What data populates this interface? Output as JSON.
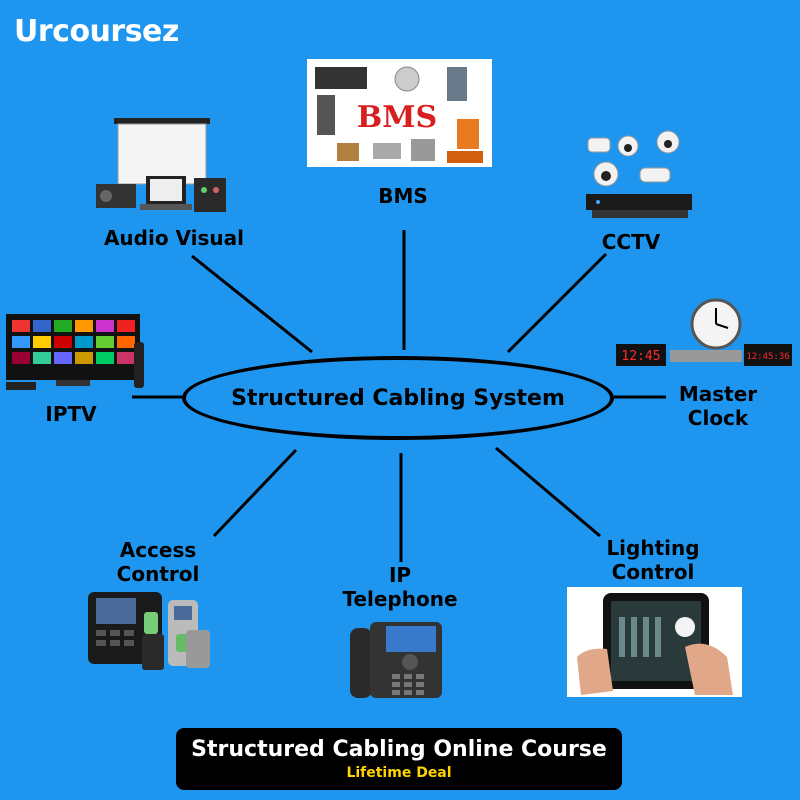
{
  "brand": {
    "name": "Urcoursez"
  },
  "center": {
    "label": "Structured Cabling System"
  },
  "nodes": {
    "audio_visual": {
      "label": "Audio Visual",
      "icon": "projector-screen-icon"
    },
    "bms": {
      "label": "BMS",
      "image_text": "BMS",
      "icon": "building-controls-icon"
    },
    "cctv": {
      "label": "CCTV",
      "icon": "security-camera-icon"
    },
    "iptv": {
      "label": "IPTV",
      "icon": "tv-icon"
    },
    "master_clock": {
      "line1": "Master",
      "line2": "Clock",
      "icon": "clock-icon",
      "display1": "12:45",
      "display2": "12:45:36"
    },
    "access_control": {
      "line1": "Access",
      "line2": "Control",
      "icon": "fingerprint-reader-icon"
    },
    "ip_telephone": {
      "line1": "IP",
      "line2": "Telephone",
      "icon": "desk-phone-icon"
    },
    "lighting_control": {
      "line1": "Lighting",
      "line2": "Control",
      "icon": "tablet-control-icon"
    }
  },
  "banner": {
    "title": "Structured Cabling Online Course",
    "subtitle": "Lifetime Deal"
  },
  "colors": {
    "background": "#1e96f0",
    "banner_bg": "#000000",
    "banner_accent": "#ffd400",
    "bms_text": "#d81e1e"
  }
}
